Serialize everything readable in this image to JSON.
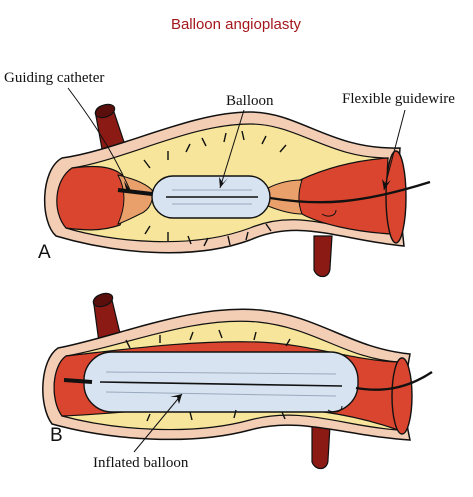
{
  "figure": {
    "title": "Balloon angioplasty",
    "title_color": "#a3161b"
  },
  "labels": {
    "guiding_catheter": "Guiding catheter",
    "balloon": "Balloon",
    "flexible_guidewire": "Flexible guidewire",
    "inflated_balloon": "Inflated balloon"
  },
  "panels": {
    "a": "A",
    "b": "B"
  },
  "colors": {
    "vessel_lumen": "#d9452e",
    "vessel_dark": "#8b1a15",
    "vessel_wall": "#f3cdb4",
    "plaque": "#f6e59a",
    "plaque_edge": "#e9a06a",
    "balloon": "#d7e3f1",
    "outline": "#111111"
  }
}
